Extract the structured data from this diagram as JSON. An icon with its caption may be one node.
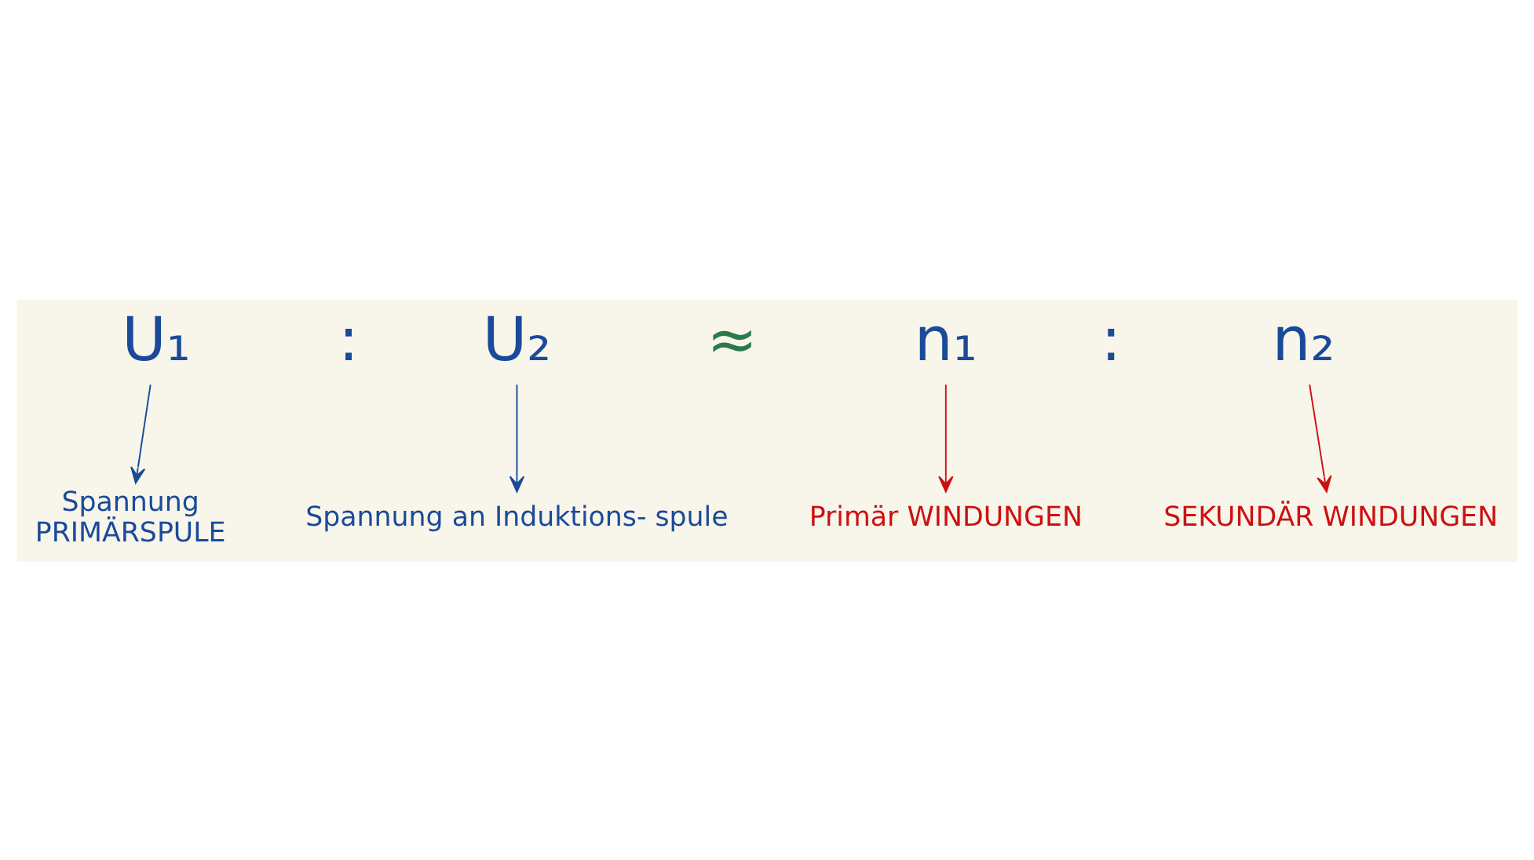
{
  "diagram": {
    "nodes": [
      {
        "text": [
          "U₁"
        ]
      },
      {
        "text": [
          "U₂"
        ]
      },
      {
        "text": [
          "n₁"
        ]
      },
      {
        "text": [
          "n₂"
        ]
      },
      {
        "text": [
          "Spannung",
          "PRIMÄRSPULE"
        ]
      },
      {
        "text": [
          "Spannung an Induktions- spule"
        ]
      },
      {
        "text": [
          "Primär WINDUNGEN"
        ]
      },
      {
        "text": [
          "SEKUNDÄR WINDUNGEN"
        ]
      }
    ],
    "edges": [
      {
        "from": 0,
        "to": 4,
        "arrow": "to"
      },
      {
        "from": 1,
        "to": 5,
        "arrow": "to"
      },
      {
        "from": 2,
        "to": 6,
        "arrow": "to",
        "color": "#cc1111"
      },
      {
        "from": 3,
        "to": 7,
        "arrow": "to",
        "color": "#cc1111"
      }
    ],
    "labels": [
      ":",
      "≈",
      ":"
    ]
  }
}
